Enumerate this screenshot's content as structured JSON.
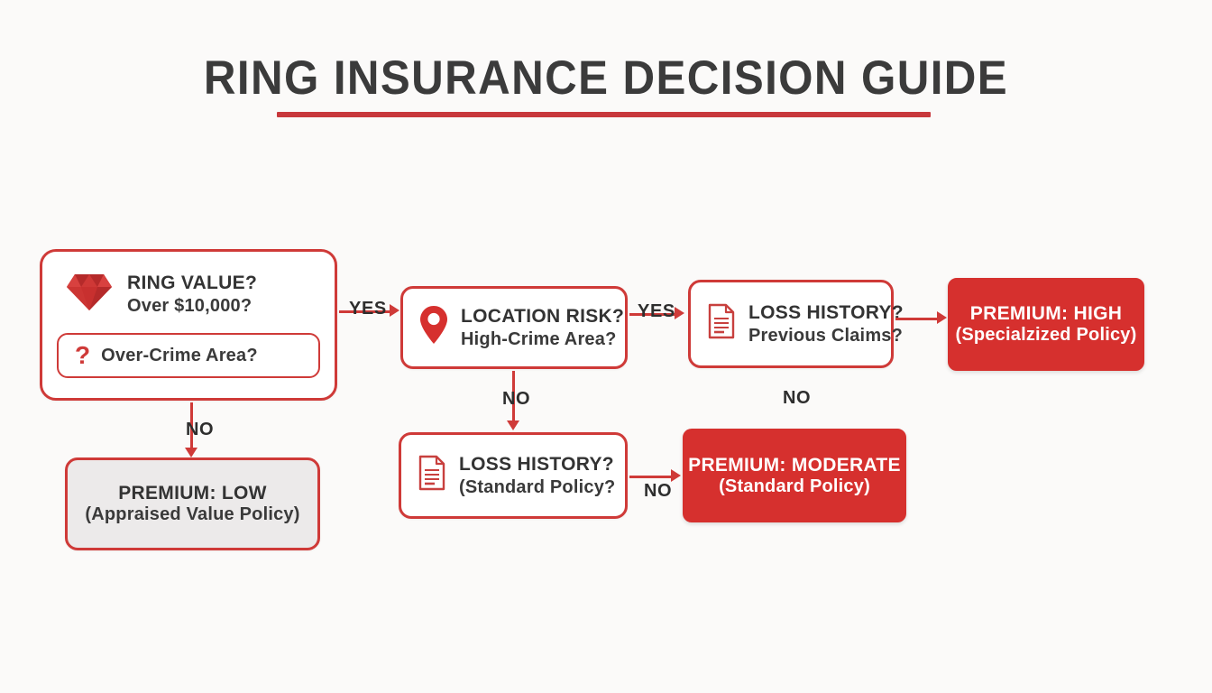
{
  "header": {
    "title": "RING INSURANCE DECISION GUIDE"
  },
  "theme": {
    "red": "#d6302e",
    "border_red": "#cf3a38",
    "rule_red": "#c8383c",
    "text_dark": "#333333",
    "gray_fill": "#eceaea",
    "background": "#fbfaf9"
  },
  "nodes": {
    "ring_value": {
      "icon": "diamond-icon",
      "line1": "RING VALUE?",
      "line2": "Over $10,000?",
      "sub": {
        "icon": "question-mark-icon",
        "label": "Over-Crime Area?"
      }
    },
    "location_risk": {
      "icon": "map-pin-icon",
      "line1": "LOCATION RISK?",
      "line2": "High-Crime Area?"
    },
    "loss_history_1": {
      "icon": "document-icon",
      "line1": "LOSS HISTORY?",
      "line2": "Previous Claims?"
    },
    "premium_high": {
      "line1": "PREMIUM: HIGH",
      "line2": "(Specialzized Policy)"
    },
    "premium_low": {
      "line1": "PREMIUM: LOW",
      "line2": "(Appraised Value Policy)"
    },
    "loss_history_2": {
      "icon": "document-icon",
      "line1": "LOSS HISTORY?",
      "line2": "(Standard Policy?"
    },
    "premium_moderate": {
      "line1": "PREMIUM: MODERATE",
      "line2": "(Standard Policy)"
    }
  },
  "edges": {
    "ring_to_location": "YES",
    "ring_to_low": "NO",
    "location_to_loss1": "YES",
    "location_to_loss2": "NO",
    "loss1_to_high": "NO",
    "loss2_to_moderate": "NO"
  }
}
